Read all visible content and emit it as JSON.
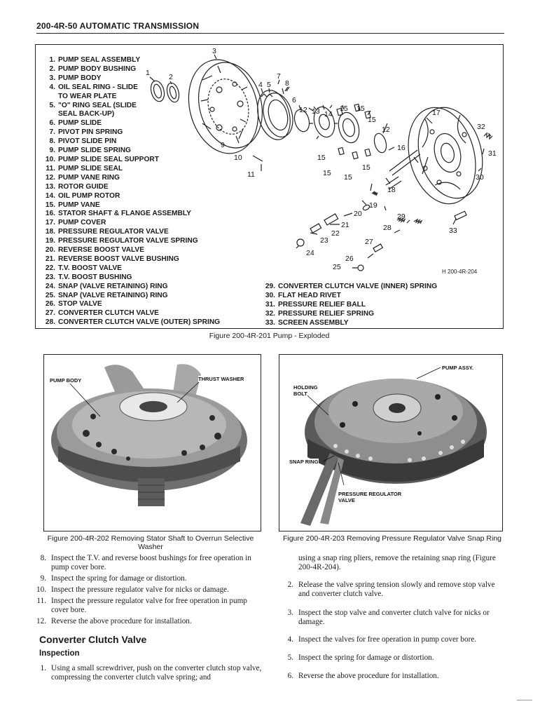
{
  "header": {
    "title": "200-4R-50  AUTOMATIC TRANSMISSION"
  },
  "figure1": {
    "legend_left": [
      {
        "n": "1.",
        "t": "PUMP SEAL ASSEMBLY"
      },
      {
        "n": "2.",
        "t": "PUMP BODY BUSHING"
      },
      {
        "n": "3.",
        "t": "PUMP BODY"
      },
      {
        "n": "4.",
        "t": "OIL SEAL RING - SLIDE"
      },
      {
        "n": "",
        "t": "TO WEAR PLATE"
      },
      {
        "n": "5.",
        "t": "\"O\" RING SEAL (SLIDE"
      },
      {
        "n": "",
        "t": "SEAL BACK-UP)"
      },
      {
        "n": "6.",
        "t": "PUMP SLIDE"
      },
      {
        "n": "7.",
        "t": "PIVOT PIN SPRING"
      },
      {
        "n": "8.",
        "t": "PIVOT SLIDE PIN"
      },
      {
        "n": "9.",
        "t": "PUMP SLIDE SPRING"
      },
      {
        "n": "10.",
        "t": "PUMP SLIDE SEAL SUPPORT"
      },
      {
        "n": "11.",
        "t": "PUMP SLIDE SEAL"
      },
      {
        "n": "12.",
        "t": "PUMP VANE RING"
      },
      {
        "n": "13.",
        "t": "ROTOR GUIDE"
      },
      {
        "n": "14.",
        "t": "OIL PUMP ROTOR"
      },
      {
        "n": "15.",
        "t": "PUMP VANE"
      },
      {
        "n": "16.",
        "t": "STATOR SHAFT & FLANGE ASSEMBLY"
      },
      {
        "n": "17.",
        "t": "PUMP COVER"
      },
      {
        "n": "18.",
        "t": "PRESSURE REGULATOR VALVE"
      },
      {
        "n": "19.",
        "t": "PRESSURE REGULATOR VALVE SPRING"
      },
      {
        "n": "20.",
        "t": "REVERSE BOOST VALVE"
      },
      {
        "n": "21.",
        "t": "REVERSE BOOST VALVE BUSHING"
      },
      {
        "n": "22.",
        "t": "T.V. BOOST VALVE"
      },
      {
        "n": "23.",
        "t": "T.V. BOOST BUSHING"
      },
      {
        "n": "24.",
        "t": "SNAP (VALVE RETAINING) RING"
      },
      {
        "n": "25.",
        "t": "SNAP (VALVE RETAINING) RING"
      },
      {
        "n": "26.",
        "t": "STOP VALVE"
      },
      {
        "n": "27.",
        "t": "CONVERTER CLUTCH VALVE"
      },
      {
        "n": "28.",
        "t": "CONVERTER CLUTCH VALVE (OUTER) SPRING"
      }
    ],
    "legend_right": [
      {
        "n": "29.",
        "t": "CONVERTER CLUTCH VALVE (INNER) SPRING"
      },
      {
        "n": "30.",
        "t": "FLAT HEAD RIVET"
      },
      {
        "n": "31.",
        "t": "PRESSURE RELIEF BALL"
      },
      {
        "n": "32.",
        "t": "PRESSURE RELIEF SPRING"
      },
      {
        "n": "33.",
        "t": "SCREEN ASSEMBLY"
      }
    ],
    "callouts": {
      "c1": "1",
      "c2": "2",
      "c3": "3",
      "c4": "4",
      "c5": "5",
      "c6": "6",
      "c7": "7",
      "c8": "8",
      "c9": "9",
      "c10": "10",
      "c11": "11",
      "c12": "12",
      "c12b": "12",
      "c13": "13",
      "c14": "14",
      "c15a": "15",
      "c15b": "15",
      "c15c": "15",
      "c15d": "15",
      "c15e": "15",
      "c15f": "15",
      "c15g": "15",
      "c16": "16",
      "c17": "17",
      "c18": "18",
      "c19": "19",
      "c20": "20",
      "c21": "21",
      "c22": "22",
      "c23": "23",
      "c24": "24",
      "c25": "25",
      "c26": "26",
      "c27": "27",
      "c28": "28",
      "c29": "29",
      "c30": "30",
      "c31": "31",
      "c32": "32",
      "c33": "33"
    },
    "ref_code": "H 200-4R-204",
    "caption": "Figure 200-4R-201 Pump - Exploded"
  },
  "figure2": {
    "label_pump_body": "PUMP BODY",
    "label_thrust_washer": "THRUST WASHER",
    "caption": "Figure 200-4R-202 Removing Stator Shaft to Overrun Selective Washer"
  },
  "figure3": {
    "label_pump_assy": "PUMP ASSY.",
    "label_holding_bolt_1": "HOLDING",
    "label_holding_bolt_2": "BOLT",
    "label_snap_ring": "SNAP RING",
    "label_prv_1": "PRESSURE REGULATOR",
    "label_prv_2": "VALVE",
    "caption": "Figure 200-4R-203 Removing Pressure Regulator Valve Snap Ring"
  },
  "left_steps": [
    {
      "n": "8.",
      "t": "Inspect the T.V. and reverse boost bushings for free operation in pump cover bore."
    },
    {
      "n": "9.",
      "t": "Inspect the spring for damage or distortion."
    },
    {
      "n": "10.",
      "t": "Inspect the pressure regulator valve for nicks or damage."
    },
    {
      "n": "11.",
      "t": "Inspect the pressure regulator valve for free operation in pump cover bore."
    },
    {
      "n": "12.",
      "t": "Reverse the above procedure for installation."
    }
  ],
  "section": {
    "title": "Converter Clutch Valve",
    "subtitle": "Inspection"
  },
  "section_steps": [
    {
      "n": "1.",
      "t": "Using a small screwdriver, push on the converter clutch stop valve, compressing the converter clutch valve spring; and"
    }
  ],
  "right_steps": [
    {
      "n": "",
      "t": "using a snap ring pliers, remove the retaining snap ring (Figure 200-4R-204)."
    },
    {
      "n": "2.",
      "t": "Release the valve spring tension slowly and remove stop valve and converter clutch valve."
    },
    {
      "n": "3.",
      "t": "Inspect the stop valve and converter clutch valve for nicks or damage."
    },
    {
      "n": "4.",
      "t": "Inspect the valves for free operation in pump cover bore."
    },
    {
      "n": "5.",
      "t": "Inspect the spring for damage or distortion."
    },
    {
      "n": "6.",
      "t": "Reverse the above procedure for installation."
    }
  ]
}
